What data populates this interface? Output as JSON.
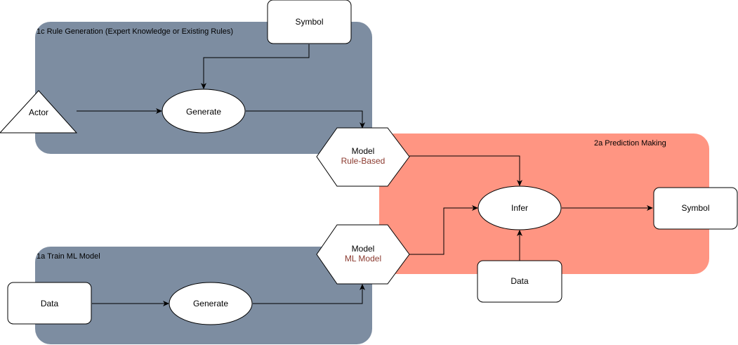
{
  "colors": {
    "group_fill": "#7d8da1",
    "prediction_fill": "#ff9582",
    "node_fill": "#ffffff",
    "stroke": "#000000",
    "sublabel": "#8b3a2f"
  },
  "groups": {
    "rule_generation": {
      "title": "1c Rule Generation (Expert Knowledge or Existing Rules)"
    },
    "train_ml": {
      "title": "1a Train ML Model"
    },
    "prediction": {
      "title": "2a Prediction Making"
    }
  },
  "nodes": {
    "symbol_top": {
      "label": "Symbol"
    },
    "actor": {
      "label": "Actor"
    },
    "generate_top": {
      "label": "Generate"
    },
    "model_rule": {
      "label": "Model",
      "sublabel": "Rule-Based"
    },
    "model_ml": {
      "label": "Model",
      "sublabel": "ML Model"
    },
    "data_left": {
      "label": "Data"
    },
    "generate_bottom": {
      "label": "Generate"
    },
    "infer": {
      "label": "Infer"
    },
    "data_bottom": {
      "label": "Data"
    },
    "symbol_right": {
      "label": "Symbol"
    }
  }
}
